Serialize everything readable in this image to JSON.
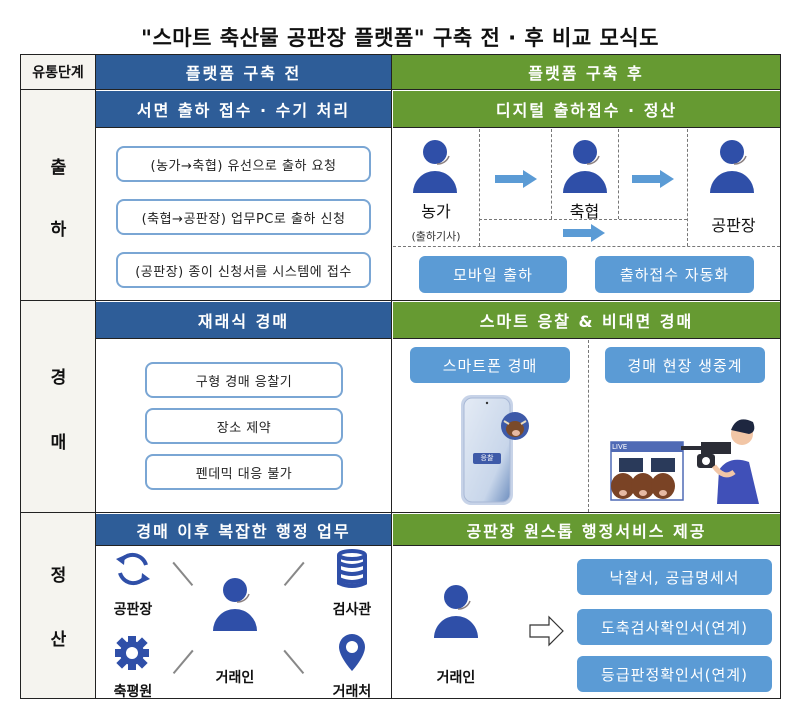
{
  "title": "\"스마트 축산물 공판장 플랫폼\" 구축 전 · 후 비교 모식도",
  "colors": {
    "before_header": "#2e5d98",
    "after_header": "#669a32",
    "pill": "#5b9bd5",
    "outline": "#7aa6d4",
    "icon_blue": "#2f4fa8",
    "stage_bg": "#f5f4ef"
  },
  "header": {
    "stage_col": "유통단계",
    "before": "플랫폼 구축 전",
    "after": "플랫폼 구축 후"
  },
  "rows": [
    {
      "stage_chars": [
        "출",
        "하"
      ],
      "before": {
        "title": "서면 출하 접수 · 수기 처리",
        "items": [
          "(농가→축협) 유선으로 출하 요청",
          "(축협→공판장) 업무PC로 출하 신청",
          "(공판장) 종이 신청서를 시스템에 접수"
        ]
      },
      "after": {
        "title": "디지털 출하접수 · 정산",
        "actors": [
          {
            "name": "농가",
            "sub": "(출하기사)",
            "icon": "person-icon"
          },
          {
            "name": "축협",
            "icon": "person-icon"
          },
          {
            "name": "공판장",
            "icon": "person-icon"
          }
        ],
        "pills": [
          "모바일 출하",
          "출하접수 자동화"
        ]
      }
    },
    {
      "stage_chars": [
        "경",
        "매"
      ],
      "before": {
        "title": "재래식 경매",
        "items": [
          "구형 경매 응찰기",
          "장소 제약",
          "펜데믹 대응 불가"
        ]
      },
      "after": {
        "title": "스마트 응찰 & 비대면 경매",
        "pills": [
          "스마트폰 경매",
          "경매 현장 생중계"
        ],
        "phone_button": "응찰",
        "live_label": "LIVE"
      }
    },
    {
      "stage_chars": [
        "정",
        "산"
      ],
      "before": {
        "title": "경매 이후 복잡한 행정 업무",
        "center": "거래인",
        "nodes": [
          {
            "name": "공판장",
            "icon": "refresh-icon"
          },
          {
            "name": "검사관",
            "icon": "database-icon"
          },
          {
            "name": "축평원",
            "icon": "gear-icon"
          },
          {
            "name": "거래처",
            "icon": "location-pin-icon"
          }
        ]
      },
      "after": {
        "title": "공판장 원스톱 행정서비스 제공",
        "actor": "거래인",
        "pills": [
          "낙찰서, 공급명세서",
          "도축검사확인서(연계)",
          "등급판정확인서(연계)"
        ]
      }
    }
  ]
}
